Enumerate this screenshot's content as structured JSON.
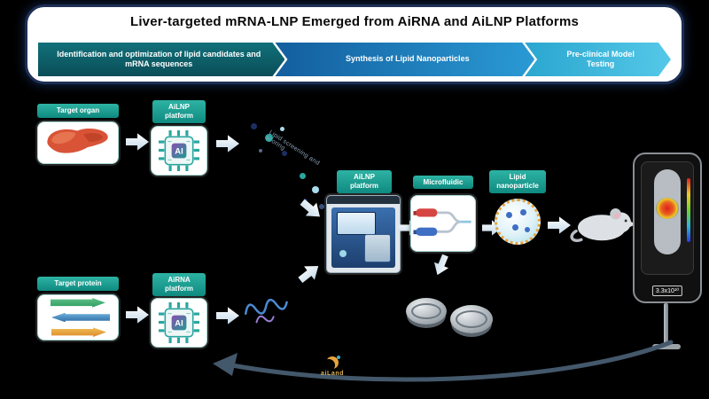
{
  "header": {
    "title": "Liver-targeted mRNA-LNP Emerged from AiRNA and AiLNP Platforms",
    "stages": [
      {
        "label": "Identification and optimization of lipid candidates and mRNA sequences"
      },
      {
        "label": "Synthesis of Lipid Nanoparticles"
      },
      {
        "label": "Pre-clinical Model Testing"
      }
    ]
  },
  "pipeline": {
    "target_organ_label": "Target organ",
    "ailnp_platform_label": "AiLNP platform",
    "ai_chip_text": "AI",
    "lipid_screening_note": "Lipid screening and scoring",
    "ailnp_instrument_label": "AiLNP platform",
    "microfluidic_label": "Microfluidic",
    "lipid_nanoparticle_label": "Lipid nanoparticle",
    "radiance_value": "3.3x10¹⁰",
    "target_protein_label": "Target protein",
    "airna_platform_label": "AiRNA platform"
  },
  "footer": {
    "logo_text": "aiLand"
  },
  "colors": {
    "stage1": "#0d5f68",
    "stage2": "#1a76b8",
    "stage3": "#39b8dd",
    "label_teal": "#17958b",
    "accent_orange": "#e8a33d",
    "background": "#000000"
  }
}
